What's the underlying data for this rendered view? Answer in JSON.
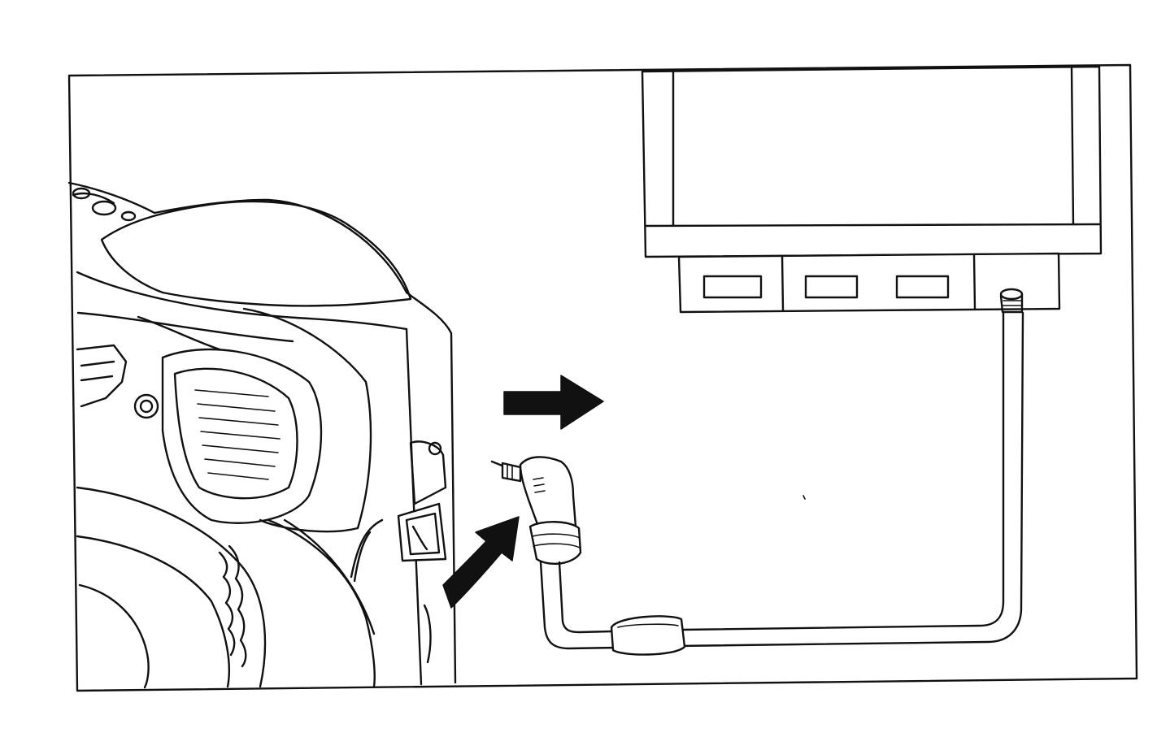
{
  "figure": {
    "colors": {
      "ink": "#111111",
      "paper": "#ffffff"
    },
    "parts": [
      "outer-frame",
      "camera",
      "video-out-terminal",
      "video-cable-plug",
      "cable",
      "ferrite-core",
      "television",
      "tv-video-in-jack"
    ],
    "arrows": [
      "arrow-right-icon",
      "curved-arrow-icon"
    ]
  }
}
